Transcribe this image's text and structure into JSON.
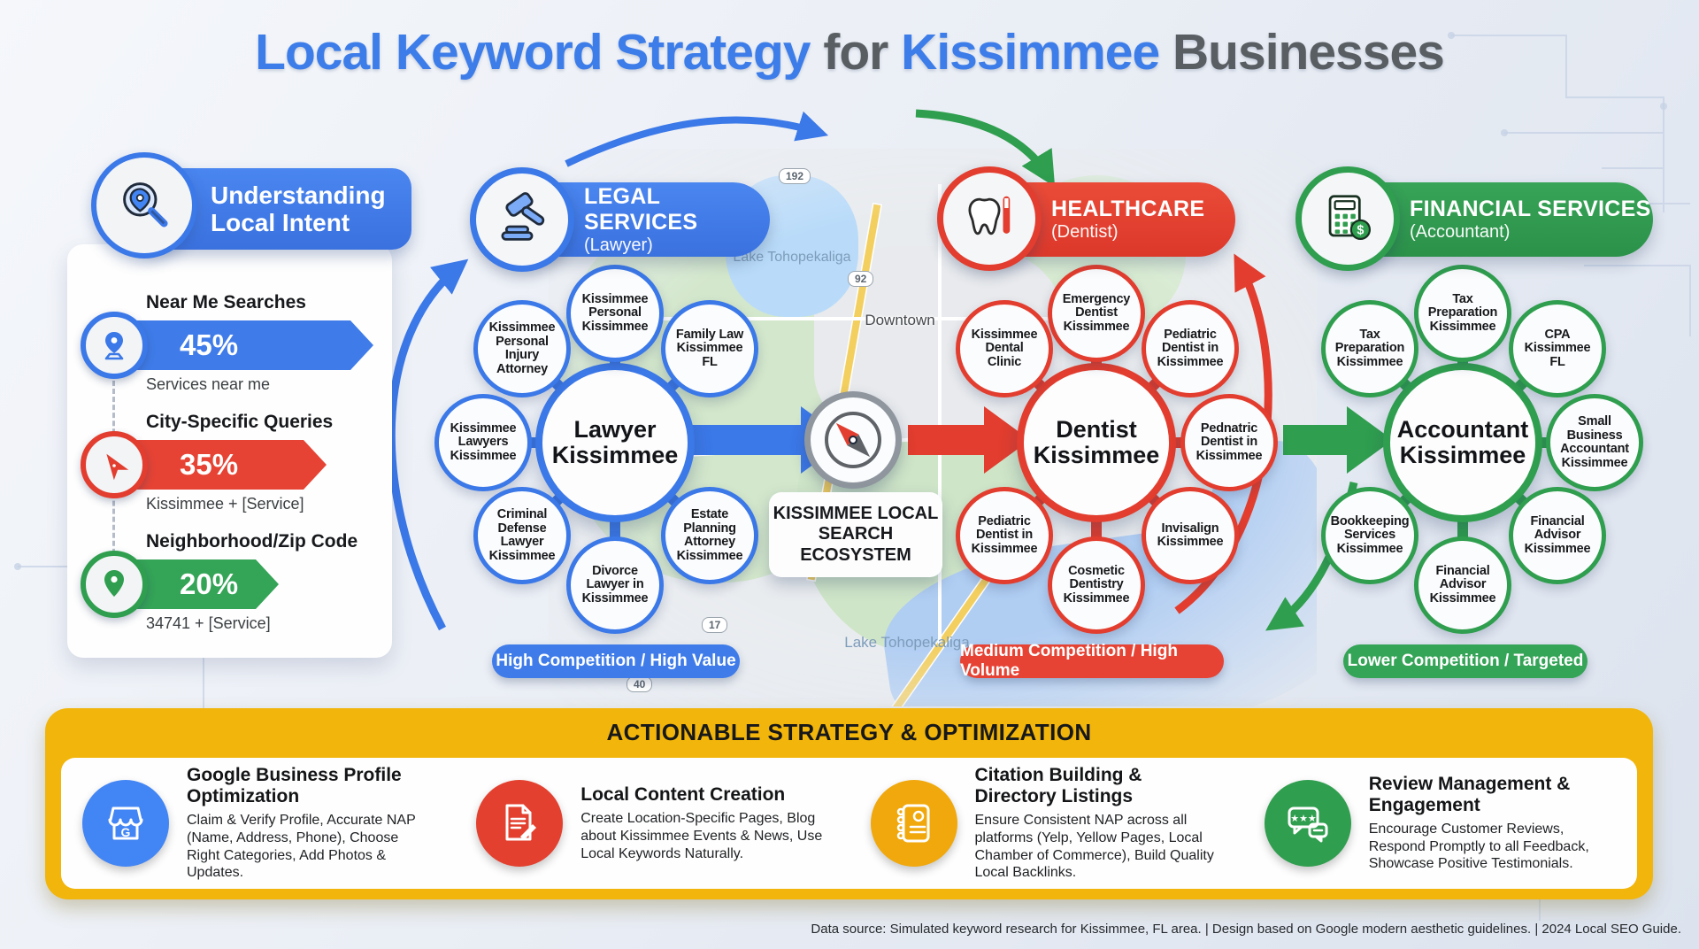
{
  "title": {
    "part1": "Local Keyword Strategy",
    "part2": " for ",
    "part3": "Kissimmee",
    "part4": " Businesses"
  },
  "intent_panel": {
    "title": "Understanding Local Intent",
    "items": [
      {
        "label": "Near Me Searches",
        "value": "45%",
        "caption": "Services near me",
        "color": "#3b78e8",
        "icon": "location-pin-icon"
      },
      {
        "label": "City-Specific Queries",
        "value": "35%",
        "caption": "Kissimmee + [Service]",
        "color": "#e23d2e",
        "icon": "navigation-arrow-icon"
      },
      {
        "label": "Neighborhood/Zip Code",
        "value": "20%",
        "caption": "34741 + [Service]",
        "color": "#2f9e4e",
        "icon": "map-pin-icon"
      }
    ]
  },
  "clusters": [
    {
      "header_line1": "LEGAL SERVICES",
      "header_line2": "(Lawyer)",
      "hub": "Lawyer Kissimmee",
      "icon": "gavel-icon",
      "color": "#3b78e8",
      "badge": "High Competition / High Value",
      "satellites": [
        "Kissimmee Personal Kissimmee",
        "Kissimmee Personal Injury Attorney",
        "Family Law Kissimmee FL",
        "Kissimmee Lawyers Kissimmee",
        "Criminal Defense Lawyer Kissimmee",
        "Divorce Lawyer in Kissimmee",
        "Estate Planning Attorney Kissimmee"
      ]
    },
    {
      "header_line1": "HEALTHCARE",
      "header_line2": "(Dentist)",
      "hub": "Dentist Kissimmee",
      "icon": "tooth-icon",
      "color": "#e23d2e",
      "badge": "Medium Competition / High Volume",
      "satellites": [
        "Emergency Dentist Kissimmee",
        "Kissimmee Dental Clinic",
        "Pediatric Dentist in Kissimmee",
        "Pednatric Dentist in Kissimmee",
        "Pediatric Dentist in Kissimmee",
        "Cosmetic Dentistry Kissimmee",
        "Invisalign Kissimmee"
      ]
    },
    {
      "header_line1": "FINANCIAL SERVICES",
      "header_line2": "(Accountant)",
      "hub": "Accountant Kissimmee",
      "icon": "calculator-icon",
      "color": "#2f9e4e",
      "badge": "Lower Competition / Targeted",
      "satellites": [
        "Tax Preparation Kissimmee",
        "Tax Preparation Kissimmee",
        "CPA Kissimmee FL",
        "Small Business Accountant Kissimmee",
        "Bookkeeping Services Kissimmee",
        "Financial Advisor Kissimmee",
        "Financial Advisor Kissimmee"
      ]
    }
  ],
  "ecosystem": {
    "label": "KISSIMMEE LOCAL SEARCH ECOSYSTEM"
  },
  "map": {
    "lake_top": "Lake Tohopekaliga",
    "downtown": "Downtown",
    "lake_bottom": "Lake Tohopekaliga",
    "shields": [
      "192",
      "92",
      "17",
      "40"
    ]
  },
  "strategy": {
    "title": "ACTIONABLE STRATEGY & OPTIMIZATION",
    "items": [
      {
        "title": "Google Business Profile Optimization",
        "body": "Claim & Verify Profile, Accurate NAP (Name, Address, Phone), Choose Right Categories, Add Photos & Updates.",
        "color": "#4285f4",
        "icon": "storefront-icon"
      },
      {
        "title": "Local Content Creation",
        "body": "Create Location-Specific Pages, Blog about Kissimmee Events & News, Use Local Keywords Naturally.",
        "color": "#e3402f",
        "icon": "document-pencil-icon"
      },
      {
        "title": "Citation Building & Directory Listings",
        "body": "Ensure Consistent NAP across all platforms (Yelp, Yellow Pages, Local Chamber of Commerce), Build Quality Local Backlinks.",
        "color": "#F0A80C",
        "icon": "notebook-icon"
      },
      {
        "title": "Review Management & Engagement",
        "body": "Encourage Customer Reviews, Respond Promptly to all Feedback, Showcase Positive Testimonials.",
        "color": "#2f9e4e",
        "icon": "review-chat-icon"
      }
    ]
  },
  "footer": "Data source: Simulated keyword research for Kissimmee, FL area. | Design based on Google modern aesthetic guidelines. | 2024 Local SEO Guide."
}
